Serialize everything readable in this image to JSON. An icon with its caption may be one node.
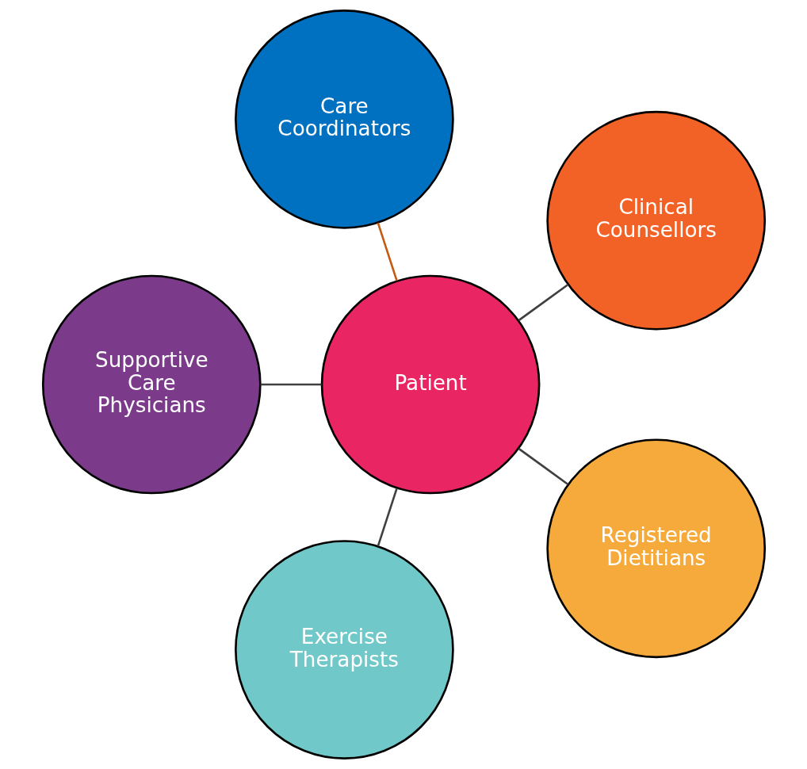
{
  "diagram": {
    "nodes": [
      {
        "text": [
          "Clinical Counsellors"
        ]
      },
      {
        "text": [
          "Care Coordinators"
        ]
      },
      {
        "text": [
          "Supportive Care Physicians"
        ]
      },
      {
        "text": [
          "Patient"
        ]
      },
      {
        "text": [
          "Exercise Therapists"
        ]
      },
      {
        "text": [
          "Registered Dietitians"
        ]
      }
    ],
    "edges": [
      {
        "from": 3,
        "to": 0,
        "arrow": "none"
      },
      {
        "from": 3,
        "to": 1,
        "arrow": "none",
        "color": "#c55a11"
      },
      {
        "from": 3,
        "to": 2,
        "arrow": "none"
      },
      {
        "from": 3,
        "to": 4,
        "arrow": "none"
      },
      {
        "from": 3,
        "to": 5,
        "arrow": "none"
      }
    ]
  }
}
